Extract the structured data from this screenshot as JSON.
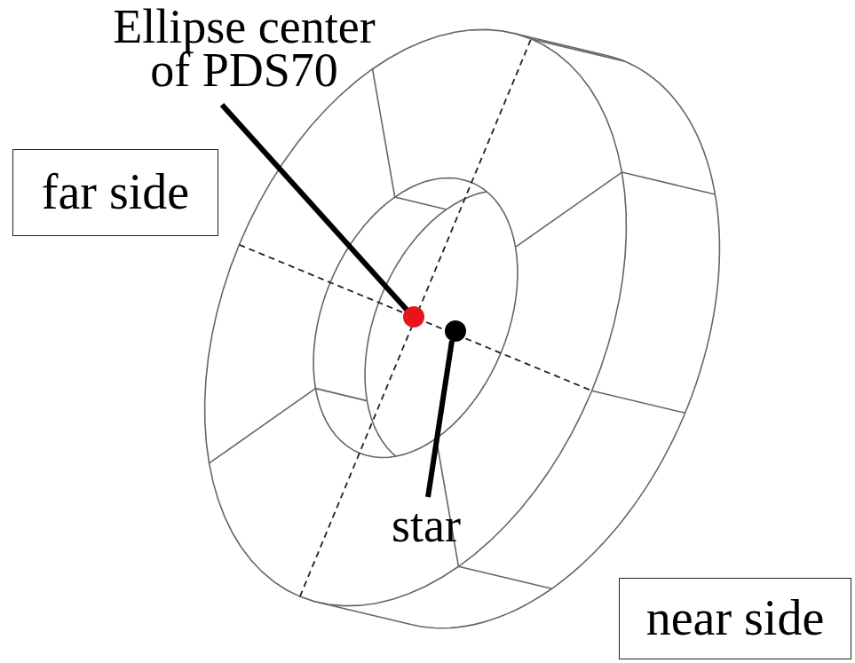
{
  "diagram": {
    "nodes": [
      {
        "text": [
          "far side"
        ]
      },
      {
        "text": [
          "near side"
        ]
      }
    ],
    "labels": [
      "Ellipse center of PDS70",
      "star"
    ]
  }
}
